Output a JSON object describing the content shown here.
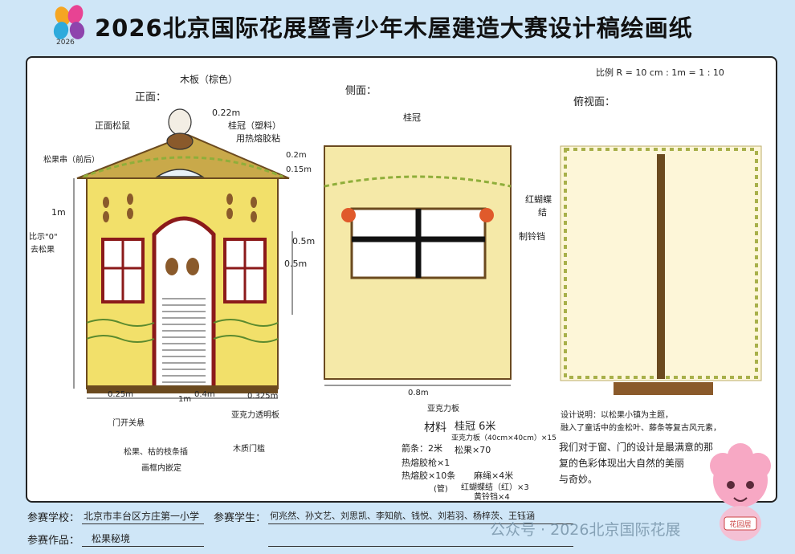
{
  "header": {
    "title": "2026北京国际花展暨青少年木屋建造大赛设计稿绘画纸",
    "logo_year": "2026",
    "colors": {
      "background": "#cfe6f7",
      "sheet": "#ffffff"
    }
  },
  "front": {
    "label": "正面：",
    "top_board": "木板（棕色）",
    "squirrel": "正面松鼠",
    "pinecone_roof": "松果串（前后）",
    "dim_top": "0.22m",
    "roof_note": "桂冠（塑料）",
    "roof_note2": "用热熔胶粘",
    "dim_roof1": "0.2m",
    "dim_roof2": "0.15m",
    "height": "1m",
    "side_note1": "比示\"0\"",
    "side_note2": "去松果",
    "dim_mid1": "0.5m",
    "dim_mid2": "0.5m",
    "dim_bottom_left": "0.25m",
    "dim_door_width": "1m",
    "dim_door_half": "0.4m",
    "dim_bottom_right": "0.325m",
    "door_top": "门开关悬",
    "acrylic": "亚克力透明板",
    "pine_note1": "松果、枯的枝条插",
    "pine_note2": "画框内嵌定",
    "wood_door": "木质门槛"
  },
  "side": {
    "label": "侧面：",
    "crown": "桂冠",
    "bow1": "红蝴蝶",
    "bow2": "结",
    "bell": "制铃铛",
    "width": "0.8m",
    "acrylic": "亚克力板"
  },
  "back": {
    "scale": "比例 R = 10 cm : 1m = 1 : 10",
    "label": "俯视面："
  },
  "materials": {
    "title": "材料",
    "crown_lines": "桂冠 6米",
    "acrylic_line": "亚克力板（40cm×40cm）×15",
    "strips": "箭条：2米",
    "pine_count": "松果×70",
    "hot_glue": "热熔胶枪×1",
    "hot_glue2": "热熔胶×10条",
    "bamboo": "麻绳×4米",
    "tube": "(管)",
    "bow_line": "红蝴蝶结（红）×3",
    "bell_line": "黄铃铛×4"
  },
  "design": {
    "line1": "设计说明：以松果小镇为主题，",
    "line2": "融入了童话中的金松叶、藤条等复古风元素，",
    "line3": "我们对于窗、门的设计是最满意的那",
    "line4": "复的色彩体现出大自然的美丽",
    "line5": "与奇妙。"
  },
  "footer": {
    "school_label": "参赛学校：",
    "school": "北京市丰台区方庄第一小学",
    "students_label": "参赛学生：",
    "students": "何兆然、孙文艺、刘思凯、李知航、钱悦、刘若羽、杨梓茨、王钰涵",
    "work_label": "参赛作品：",
    "work": "松果秘境"
  },
  "watermark": "公众号 · 2026北京国际花展",
  "mascot_badge": "花园居"
}
